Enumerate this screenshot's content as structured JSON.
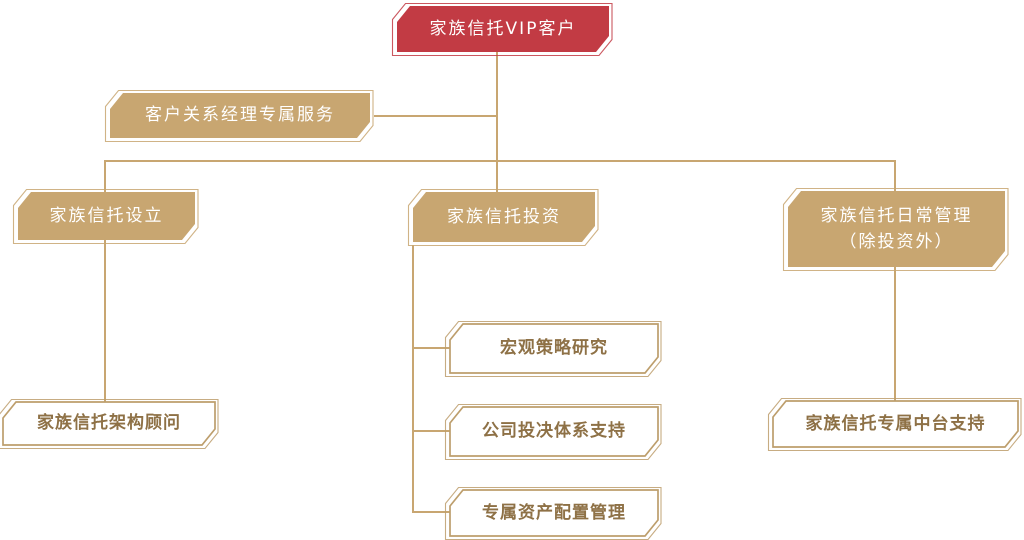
{
  "theme": {
    "red": "#c23b44",
    "tan": "#c8a671",
    "line": "#c8a671",
    "outline_border": "#bd9e6c",
    "outline_text": "#8e7146",
    "filled_text": "#ffffff",
    "background": "#ffffff"
  },
  "nodes": {
    "root": {
      "label": "家族信托VIP客户"
    },
    "crm": {
      "label": "客户关系经理专属服务"
    },
    "setup": {
      "label": "家族信托设立"
    },
    "invest": {
      "label": "家族信托投资"
    },
    "daily": {
      "label": "家族信托日常管理\n（除投资外）"
    },
    "advisor": {
      "label": "家族信托架构顾问"
    },
    "macro": {
      "label": "宏观策略研究"
    },
    "decision": {
      "label": "公司投决体系支持"
    },
    "allocation": {
      "label": "专属资产配置管理"
    },
    "midoffice": {
      "label": "家族信托专属中台支持"
    }
  },
  "edges": [
    [
      "root",
      "crm"
    ],
    [
      "root",
      "setup"
    ],
    [
      "root",
      "invest"
    ],
    [
      "root",
      "daily"
    ],
    [
      "setup",
      "advisor"
    ],
    [
      "invest",
      "macro"
    ],
    [
      "invest",
      "decision"
    ],
    [
      "invest",
      "allocation"
    ],
    [
      "daily",
      "midoffice"
    ]
  ]
}
